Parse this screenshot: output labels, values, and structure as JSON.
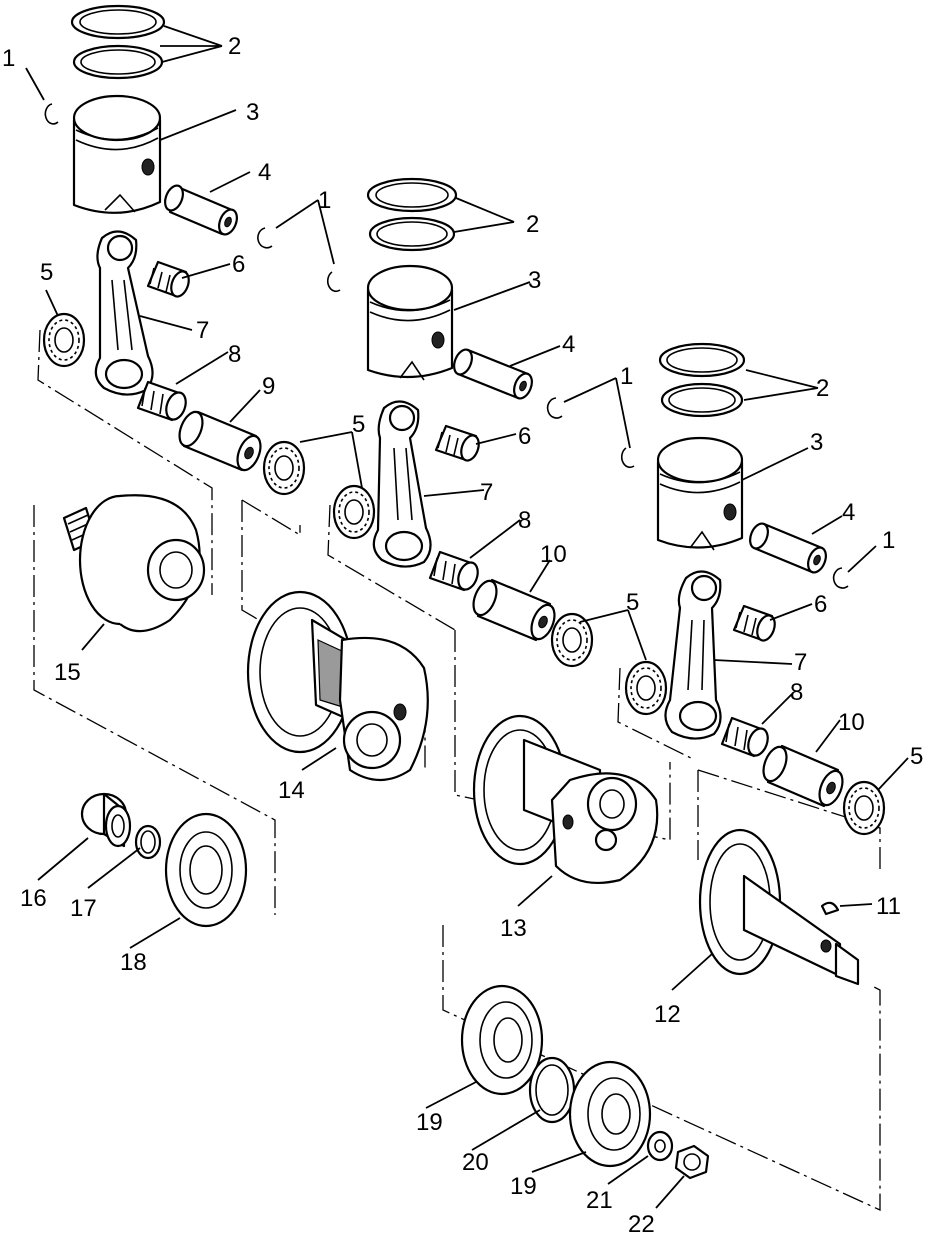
{
  "callouts": [
    {
      "label": "1"
    },
    {
      "label": "2"
    },
    {
      "label": "3"
    },
    {
      "label": "4"
    },
    {
      "label": "5"
    },
    {
      "label": "6"
    },
    {
      "label": "7"
    },
    {
      "label": "8"
    },
    {
      "label": "9"
    },
    {
      "label": "1"
    },
    {
      "label": "2"
    },
    {
      "label": "3"
    },
    {
      "label": "4"
    },
    {
      "label": "5"
    },
    {
      "label": "6"
    },
    {
      "label": "7"
    },
    {
      "label": "8"
    },
    {
      "label": "10"
    },
    {
      "label": "1"
    },
    {
      "label": "2"
    },
    {
      "label": "3"
    },
    {
      "label": "4"
    },
    {
      "label": "1"
    },
    {
      "label": "5"
    },
    {
      "label": "6"
    },
    {
      "label": "7"
    },
    {
      "label": "8"
    },
    {
      "label": "10"
    },
    {
      "label": "5"
    },
    {
      "label": "15"
    },
    {
      "label": "14"
    },
    {
      "label": "13"
    },
    {
      "label": "12"
    },
    {
      "label": "11"
    },
    {
      "label": "16"
    },
    {
      "label": "17"
    },
    {
      "label": "18"
    },
    {
      "label": "19"
    },
    {
      "label": "20"
    },
    {
      "label": "19"
    },
    {
      "label": "21"
    },
    {
      "label": "22"
    }
  ]
}
